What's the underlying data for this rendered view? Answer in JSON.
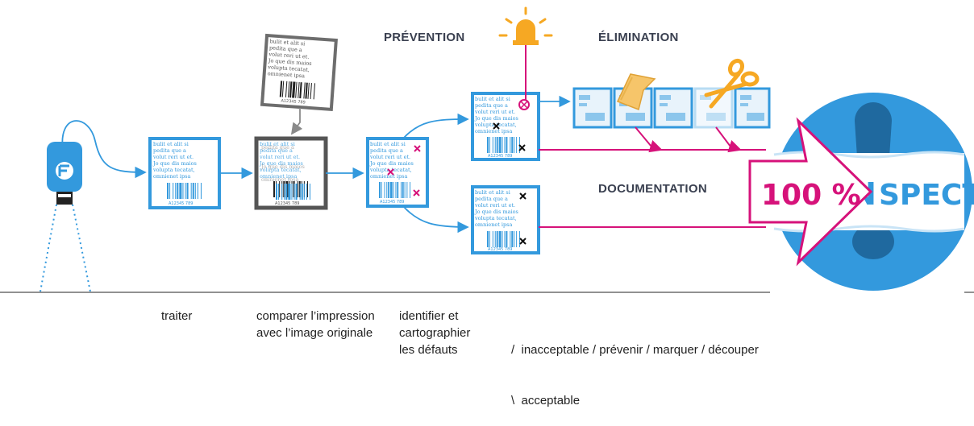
{
  "headings": {
    "prevention": "PRÉVENTION",
    "elimination": "ÉLIMINATION",
    "documentation": "DOCUMENTATION"
  },
  "badge": {
    "percent": "100 %",
    "word1": "IN",
    "word2": "SPECTÉ"
  },
  "label_text": {
    "lines": [
      "bulit et alit si",
      "pedita que a",
      "volut reri ut et.",
      "Jo que dis maios",
      "volupta tecatat,",
      "omnienet ipsa"
    ],
    "code": "A12345  789"
  },
  "steps": {
    "process": "traiter",
    "compare_1": "comparer l’impression",
    "compare_2": "avec l’image originale",
    "identify_1": "identifier et",
    "identify_2": "cartographier",
    "identify_3": "les défauts",
    "outcome_1": "/  inacceptable / prévenir / marquer / découper",
    "outcome_2": "\\  acceptable"
  },
  "icons": [
    "camera-icon",
    "alarm-light-icon",
    "tape-icon",
    "scissors-icon",
    "exclamation-icon"
  ],
  "colors": {
    "blue": "#3399dd",
    "magenta": "#d6127a",
    "grey": "#6d6d6d",
    "orange": "#f6a823",
    "ink": "#3a4050"
  }
}
